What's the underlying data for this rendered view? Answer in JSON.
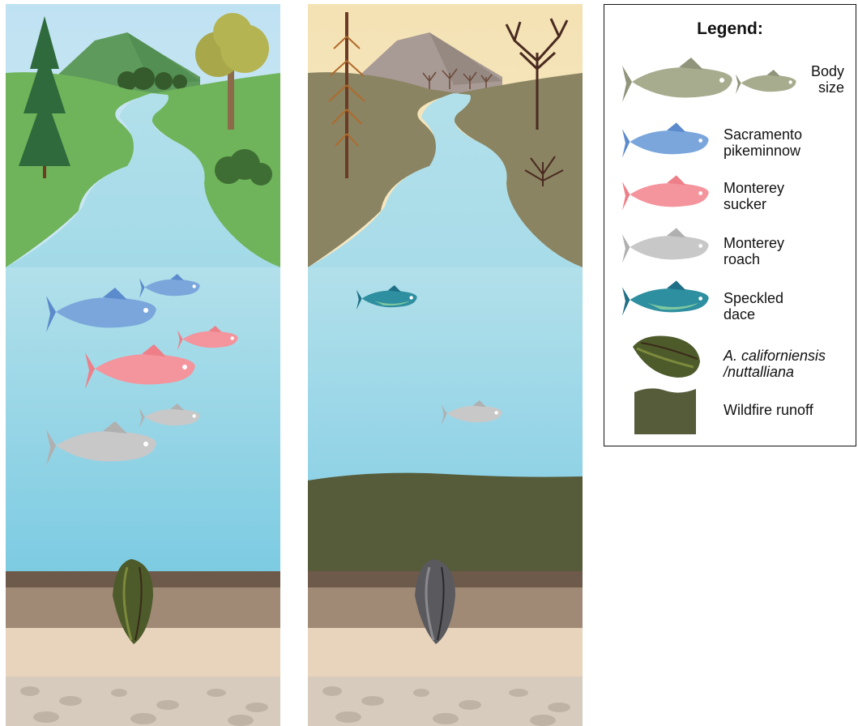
{
  "legend": {
    "title": "Legend:",
    "entries": [
      {
        "label": "Body\nsize",
        "icon": "fish-body-size-icon"
      },
      {
        "label": "Sacramento\npikeminnow",
        "icon": "fish-icon",
        "color": "#7aa6dc"
      },
      {
        "label": "Monterey\nsucker",
        "icon": "fish-icon",
        "color": "#f4949c"
      },
      {
        "label": "Monterey\nroach",
        "icon": "fish-icon",
        "color": "#c8c8c8"
      },
      {
        "label": "Speckled\ndace",
        "icon": "fish-icon",
        "color": "#2e8fa0"
      },
      {
        "label": "A. californiensis\n/nuttalliana",
        "icon": "mussel-icon"
      },
      {
        "label": "Wildfire runoff",
        "icon": "runoff-icon",
        "color": "#565b3a"
      }
    ]
  },
  "colors": {
    "sky_before": "#d6ecf4",
    "sky_after": "#f8ecc4",
    "water": "#a9dbe8",
    "grass_before": "#6fb45a",
    "ground_after": "#8a8462",
    "runoff": "#565b3a",
    "sediment": "#a08a76",
    "sand": "#e8d4bc"
  }
}
